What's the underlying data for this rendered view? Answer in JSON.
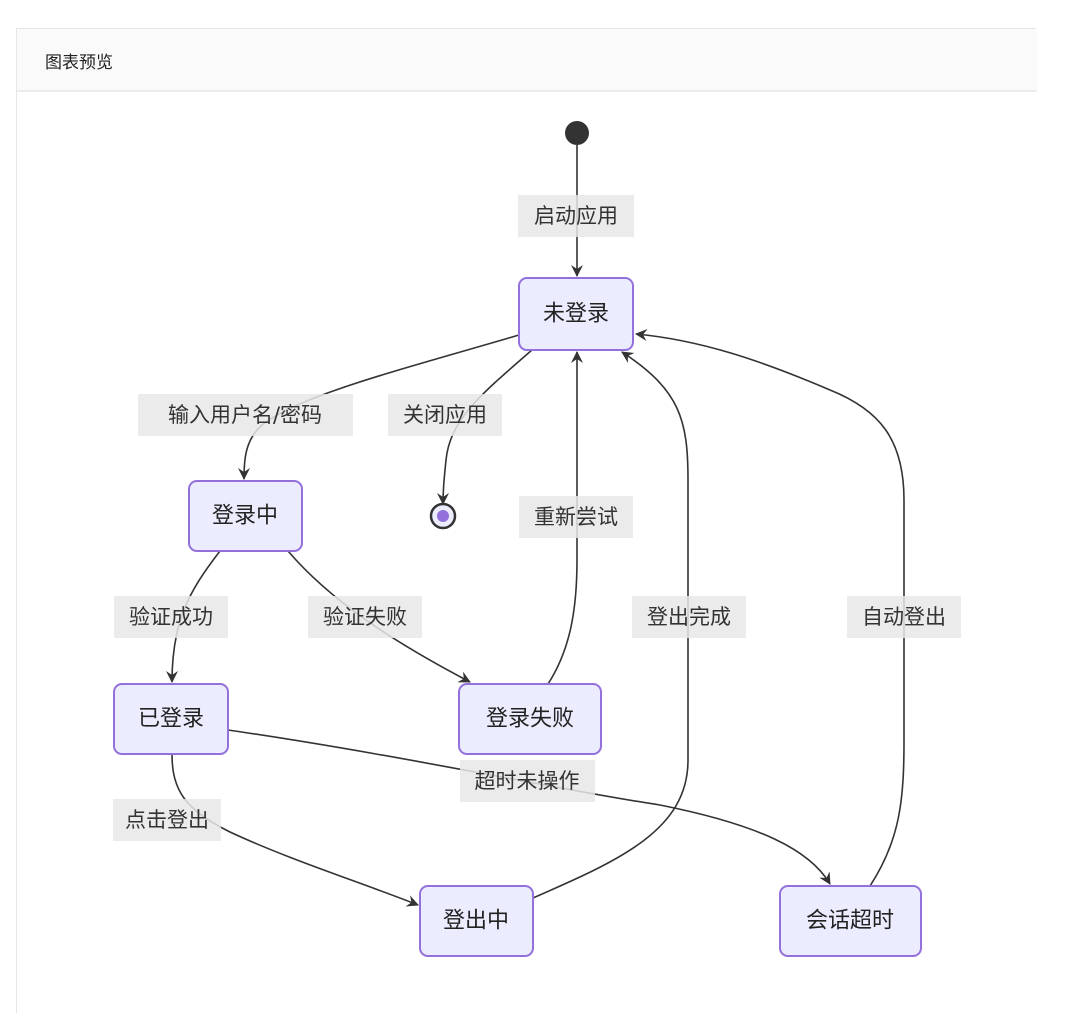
{
  "panel": {
    "title": "图表预览"
  },
  "diagram": {
    "type": "state",
    "colors": {
      "node_fill": "#ECECFF",
      "node_stroke": "#9370DB",
      "edge": "#333333",
      "start": "#333333",
      "end_inner": "#9370DB",
      "label_bg": "#e8e8e8"
    },
    "states": {
      "logged_out": "未登录",
      "logging_in": "登录中",
      "logged_in": "已登录",
      "login_failed": "登录失败",
      "logging_out": "登出中",
      "session_timeout": "会话超时"
    },
    "transitions": {
      "start_app": "启动应用",
      "enter_credentials": "输入用户名/密码",
      "close_app": "关闭应用",
      "retry": "重新尝试",
      "verify_success": "验证成功",
      "verify_fail": "验证失败",
      "logout_done": "登出完成",
      "auto_logout": "自动登出",
      "idle_timeout": "超时未操作",
      "click_logout": "点击登出"
    }
  }
}
